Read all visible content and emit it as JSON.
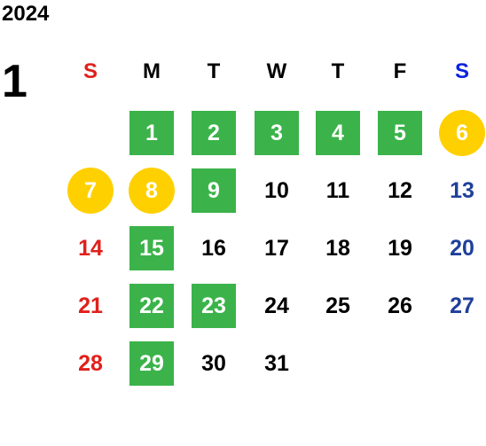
{
  "calendar": {
    "year": "2024",
    "month": "1",
    "weekdays": [
      {
        "label": "S",
        "color": "#e0201b"
      },
      {
        "label": "M",
        "color": "#000000"
      },
      {
        "label": "T",
        "color": "#000000"
      },
      {
        "label": "W",
        "color": "#000000"
      },
      {
        "label": "T",
        "color": "#000000"
      },
      {
        "label": "F",
        "color": "#000000"
      },
      {
        "label": "S",
        "color": "#0a22e0"
      }
    ],
    "colors": {
      "green": "#3bb34a",
      "yellow": "#ffd000",
      "sunday": "#e0201b",
      "saturday": "#1f3f9a",
      "weekday": "#000000"
    },
    "days": [
      {
        "day": "1",
        "col": 1,
        "row": 0,
        "style": "green"
      },
      {
        "day": "2",
        "col": 2,
        "row": 0,
        "style": "green"
      },
      {
        "day": "3",
        "col": 3,
        "row": 0,
        "style": "green"
      },
      {
        "day": "4",
        "col": 4,
        "row": 0,
        "style": "green"
      },
      {
        "day": "5",
        "col": 5,
        "row": 0,
        "style": "green"
      },
      {
        "day": "6",
        "col": 6,
        "row": 0,
        "style": "circle"
      },
      {
        "day": "7",
        "col": 0,
        "row": 1,
        "style": "circle"
      },
      {
        "day": "8",
        "col": 1,
        "row": 1,
        "style": "circle"
      },
      {
        "day": "9",
        "col": 2,
        "row": 1,
        "style": "green"
      },
      {
        "day": "10",
        "col": 3,
        "row": 1,
        "style": "plain"
      },
      {
        "day": "11",
        "col": 4,
        "row": 1,
        "style": "plain"
      },
      {
        "day": "12",
        "col": 5,
        "row": 1,
        "style": "plain"
      },
      {
        "day": "13",
        "col": 6,
        "row": 1,
        "style": "plain"
      },
      {
        "day": "14",
        "col": 0,
        "row": 2,
        "style": "plain"
      },
      {
        "day": "15",
        "col": 1,
        "row": 2,
        "style": "green"
      },
      {
        "day": "16",
        "col": 2,
        "row": 2,
        "style": "plain"
      },
      {
        "day": "17",
        "col": 3,
        "row": 2,
        "style": "plain"
      },
      {
        "day": "18",
        "col": 4,
        "row": 2,
        "style": "plain"
      },
      {
        "day": "19",
        "col": 5,
        "row": 2,
        "style": "plain"
      },
      {
        "day": "20",
        "col": 6,
        "row": 2,
        "style": "plain"
      },
      {
        "day": "21",
        "col": 0,
        "row": 3,
        "style": "plain"
      },
      {
        "day": "22",
        "col": 1,
        "row": 3,
        "style": "green"
      },
      {
        "day": "23",
        "col": 2,
        "row": 3,
        "style": "green"
      },
      {
        "day": "24",
        "col": 3,
        "row": 3,
        "style": "plain"
      },
      {
        "day": "25",
        "col": 4,
        "row": 3,
        "style": "plain"
      },
      {
        "day": "26",
        "col": 5,
        "row": 3,
        "style": "plain"
      },
      {
        "day": "27",
        "col": 6,
        "row": 3,
        "style": "plain"
      },
      {
        "day": "28",
        "col": 0,
        "row": 4,
        "style": "plain"
      },
      {
        "day": "29",
        "col": 1,
        "row": 4,
        "style": "green"
      },
      {
        "day": "30",
        "col": 2,
        "row": 4,
        "style": "plain"
      },
      {
        "day": "31",
        "col": 3,
        "row": 4,
        "style": "plain"
      }
    ]
  }
}
